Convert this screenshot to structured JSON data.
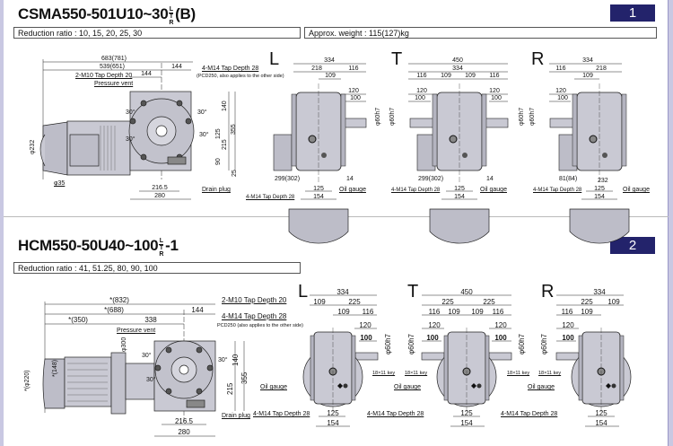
{
  "s1": {
    "title_main": "CSMA550-501U10~30",
    "title_stack": [
      "L",
      "T",
      "R"
    ],
    "title_tail": "(B)",
    "badge": "1",
    "reduction": "Reduction ratio : 10, 15, 20, 25, 30",
    "weight": "Approx. weight : 115(127)kg",
    "front": {
      "dims": [
        "683(781)",
        "539(651)",
        "144",
        "144",
        "140",
        "355",
        "125",
        "215",
        "90",
        "25",
        "216.5",
        "280",
        "φ232",
        "φ35"
      ],
      "notes": [
        "2-M10 Tap Depth 20",
        "Pressure vent",
        "4-M14 Tap Depth 28",
        "(PCD250, also applies to the other side)",
        "Drain plug"
      ],
      "angles": [
        "30°",
        "30°",
        "30°",
        "30°"
      ]
    },
    "views": {
      "L": {
        "label": "L",
        "dims": [
          "334",
          "218",
          "116",
          "109",
          "120",
          "100",
          "φ60h7",
          "299(302)",
          "14",
          "125",
          "154"
        ],
        "notes": [
          "Oil gauge",
          "4-M14 Tap Depth 28"
        ]
      },
      "T": {
        "label": "T",
        "dims": [
          "450",
          "334",
          "116",
          "109",
          "109",
          "116",
          "120",
          "100",
          "120",
          "100",
          "φ60h7",
          "φ60h7",
          "299(302)",
          "14",
          "125",
          "154"
        ],
        "notes": [
          "4-M14 Tap Depth 28",
          "Oil gauge"
        ]
      },
      "R": {
        "label": "R",
        "dims": [
          "334",
          "116",
          "218",
          "109",
          "120",
          "100",
          "φ60h7",
          "81(84)",
          "232",
          "125",
          "154"
        ],
        "notes": [
          "4-M14 Tap Depth 28",
          "Oil gauge"
        ]
      }
    }
  },
  "s2": {
    "title_main": "HCM550-50U40~100",
    "title_stack": [
      "L",
      "T",
      "R"
    ],
    "title_tail": "-1",
    "badge": "2",
    "reduction": "Reduction ratio : 41, 51.25, 80, 90, 100",
    "front": {
      "dims": [
        "*(832)",
        "*(688)",
        "144",
        "*(350)",
        "338",
        "φ300",
        "*(148)",
        "*(φ220)",
        "140",
        "355",
        "215",
        "216.5",
        "280"
      ],
      "notes": [
        "2-M10 Tap Depth 20",
        "4-M14 Tap Depth 28",
        "PCD250 (also applies to the other side)",
        "Pressure vent",
        "Drain plug"
      ],
      "angles": [
        "30°",
        "30°",
        "30°"
      ]
    },
    "views": {
      "L": {
        "label": "L",
        "dims": [
          "334",
          "109",
          "225",
          "109",
          "116",
          "120",
          "100",
          "φ60h7",
          "125",
          "154"
        ],
        "notes": [
          "18×11 key",
          "Oil gauge",
          "4-M14 Tap Depth 28"
        ]
      },
      "T": {
        "label": "T",
        "dims": [
          "450",
          "225",
          "225",
          "116",
          "109",
          "109",
          "116",
          "120",
          "100",
          "120",
          "100",
          "φ60h7",
          "φ60h7",
          "125",
          "154"
        ],
        "notes": [
          "18×11 key",
          "18×11 key",
          "Oil gauge",
          "4-M14 Tap Depth 28"
        ]
      },
      "R": {
        "label": "R",
        "dims": [
          "334",
          "225",
          "109",
          "116",
          "109",
          "120",
          "100",
          "φ60h7",
          "125",
          "154"
        ],
        "notes": [
          "18×11 key",
          "Oil gauge",
          "4-M14 Tap Depth 28"
        ]
      }
    }
  },
  "colors": {
    "badge": "#23236b",
    "body": "#c9c9d3",
    "edge": "#c9c8e2"
  }
}
